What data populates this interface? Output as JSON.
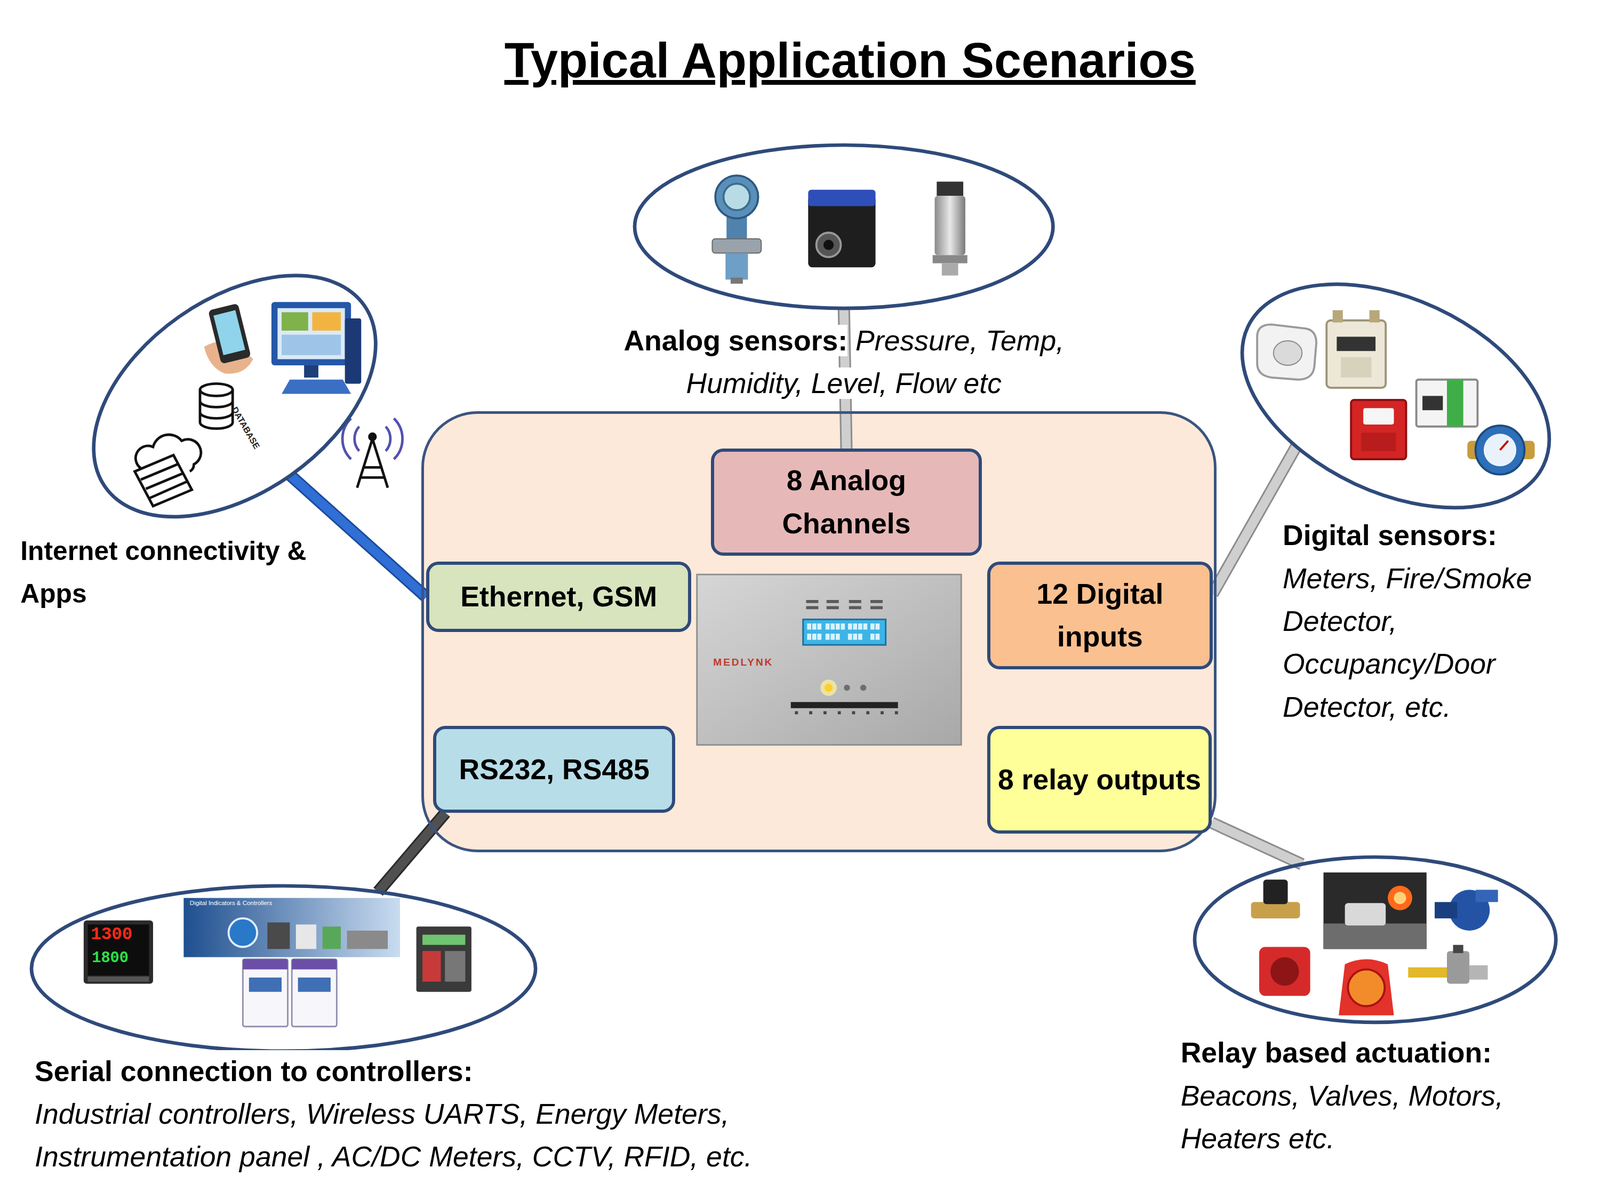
{
  "diagram": {
    "title": "Typical Application Scenarios",
    "nodes": [
      {
        "text": [
          "Analog sensors:",
          "Pressure, Temp, Humidity, Level, Flow etc"
        ]
      },
      {
        "text": [
          "Internet connectivity & Apps"
        ]
      },
      {
        "text": [
          "Digital sensors:",
          "Meters, Fire/Smoke Detector, Occupancy/Door Detector, etc."
        ]
      },
      {
        "text": []
      },
      {
        "text": [
          "8 Analog Channels"
        ],
        "in": 3
      },
      {
        "text": [
          "Ethernet, GSM"
        ],
        "in": 3
      },
      {
        "text": [
          "12 Digital inputs"
        ],
        "in": 3
      },
      {
        "text": [
          "RS232, RS485"
        ],
        "in": 3
      },
      {
        "text": [
          "8 relay outputs"
        ],
        "in": 3
      },
      {
        "text": [
          "Serial connection to controllers:",
          "Industrial controllers, Wireless UARTS, Energy Meters, Instrumentation panel , AC/DC Meters, CCTV, RFID, etc."
        ]
      },
      {
        "text": [
          "Relay based actuation:",
          "Beacons, Valves, Motors, Heaters etc."
        ]
      }
    ],
    "edges": [
      {
        "from": 0,
        "to": 4,
        "arrow": "none"
      },
      {
        "from": 1,
        "to": 5,
        "arrow": "none"
      },
      {
        "from": 2,
        "to": 6,
        "arrow": "none"
      },
      {
        "from": 9,
        "to": 7,
        "arrow": "none"
      },
      {
        "from": 8,
        "to": 10,
        "arrow": "none"
      }
    ],
    "labels": [
      "DATABASE",
      "MEDLYNK",
      "Digital Indicators & Controllers",
      "1300",
      "1800"
    ]
  }
}
